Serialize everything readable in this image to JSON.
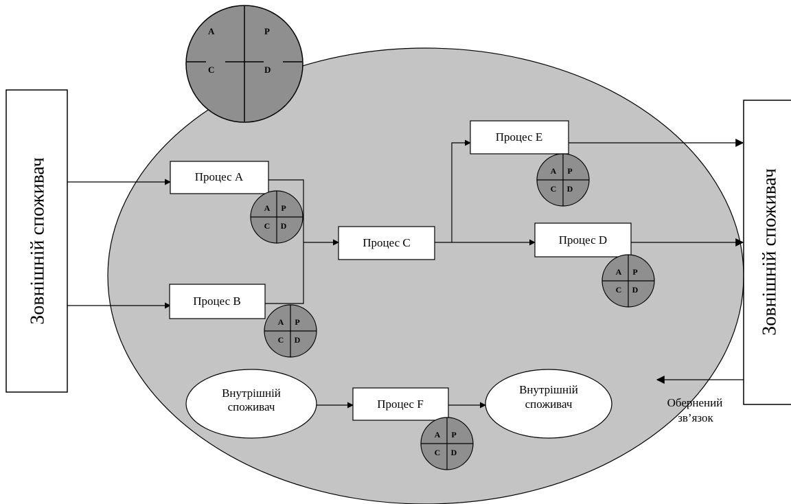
{
  "external_consumer_left": "Зовнішній споживач",
  "external_consumer_right": "Зовнішній споживач",
  "processes": {
    "a": "Процес A",
    "b": "Процес B",
    "c": "Процес C",
    "d": "Процес D",
    "e": "Процес E",
    "f": "Процес F"
  },
  "internal_consumer": {
    "line1": "Внутрішній",
    "line2": "споживач"
  },
  "feedback": {
    "line1": "Обернений",
    "line2": "зв’язок"
  },
  "pdca": {
    "a": "A",
    "p": "P",
    "c": "C",
    "d": "D"
  },
  "colors": {
    "organisation_fill": "#c4c4c4",
    "pdca_fill": "#8f8f8f",
    "line": "#000000",
    "box_fill": "#ffffff"
  }
}
